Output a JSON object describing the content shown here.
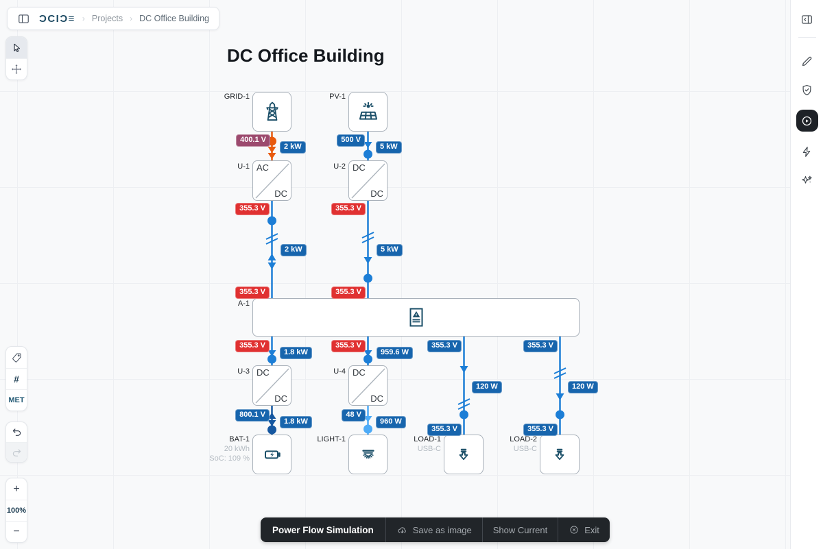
{
  "breadcrumb": {
    "logo_text": "ƆCIƆ≡",
    "items": [
      {
        "label": "Projects"
      },
      {
        "label": "DC Office Building"
      }
    ]
  },
  "page_title": "DC Office Building",
  "left_toolbar": {
    "met_label": "MET",
    "hash_label": "#",
    "zoom_in_label": "+",
    "zoom_percent": "100%",
    "zoom_out_label": "−"
  },
  "nodes": {
    "grid": {
      "label": "GRID-1"
    },
    "pv": {
      "label": "PV-1"
    },
    "u1": {
      "label": "U-1",
      "top_port": "AC",
      "bottom_port": "DC"
    },
    "u2": {
      "label": "U-2",
      "top_port": "DC",
      "bottom_port": "DC"
    },
    "bus": {
      "label": "A-1"
    },
    "u3": {
      "label": "U-3",
      "top_port": "DC",
      "bottom_port": "DC"
    },
    "u4": {
      "label": "U-4",
      "top_port": "DC",
      "bottom_port": "DC"
    },
    "bat": {
      "label": "BAT-1",
      "capacity": "20 kWh",
      "soc": "SoC: 109 %"
    },
    "light": {
      "label": "LIGHT-1"
    },
    "load1": {
      "label": "LOAD-1",
      "type": "USB-C"
    },
    "load2": {
      "label": "LOAD-2",
      "type": "USB-C"
    }
  },
  "badges": {
    "grid_voltage": "400.1 V",
    "grid_power": "2 kW",
    "pv_voltage": "500 V",
    "pv_power": "5 kW",
    "u1_out_voltage": "355.3 V",
    "feeder1_power": "2 kW",
    "feeder1_bus_voltage": "355.3 V",
    "u2_out_voltage": "355.3 V",
    "feeder2_power": "5 kW",
    "feeder2_bus_voltage": "355.3 V",
    "u3_in_voltage": "355.3 V",
    "u3_in_power": "1.8 kW",
    "u3_out_voltage": "800.1 V",
    "u3_out_power": "1.8 kW",
    "u4_in_voltage": "355.3 V",
    "u4_in_power": "959.6 W",
    "u4_out_voltage": "48 V",
    "u4_out_power": "960 W",
    "load1_in_voltage": "355.3 V",
    "load1_power": "120 W",
    "load1_voltage": "355.3 V",
    "load2_in_voltage": "355.3 V",
    "load2_power": "120 W",
    "load2_voltage": "355.3 V"
  },
  "bottom_bar": {
    "mode_label": "Power Flow Simulation",
    "save_label": "Save as image",
    "show_current_label": "Show Current",
    "exit_label": "Exit"
  },
  "colors": {
    "voltage_badge_red": "#e03131",
    "power_badge_blue": "#1765ad",
    "grid_voltage_purple": "#9c4a6e",
    "flow_blue": "#1c7ed6",
    "flow_orange": "#e8590c",
    "flow_navy": "#1557a0",
    "flow_light_blue": "#4dabf7",
    "device_icon_teal": "#1b4f68",
    "sim_bar_dark": "#212529"
  }
}
